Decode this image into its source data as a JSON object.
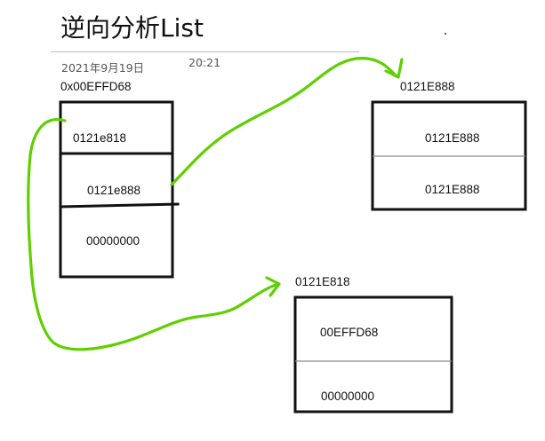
{
  "note": {
    "title": "逆向分析List",
    "date": "2021年9月19日",
    "time": "20:21"
  },
  "node_a": {
    "address": "0x00EFFD68",
    "cells": [
      "0121e818",
      "0121e888",
      "00000000"
    ]
  },
  "node_b": {
    "address": "0121E888",
    "cells": [
      "0121E888",
      "0121E888"
    ]
  },
  "node_c": {
    "address": "0121E818",
    "cells": [
      "00EFFD68",
      "00000000"
    ]
  },
  "colors": {
    "ink": "#111111",
    "arrow": "#5fcf00",
    "divider_faint": "#8a8a8a",
    "rule": "#bdbdbd"
  }
}
